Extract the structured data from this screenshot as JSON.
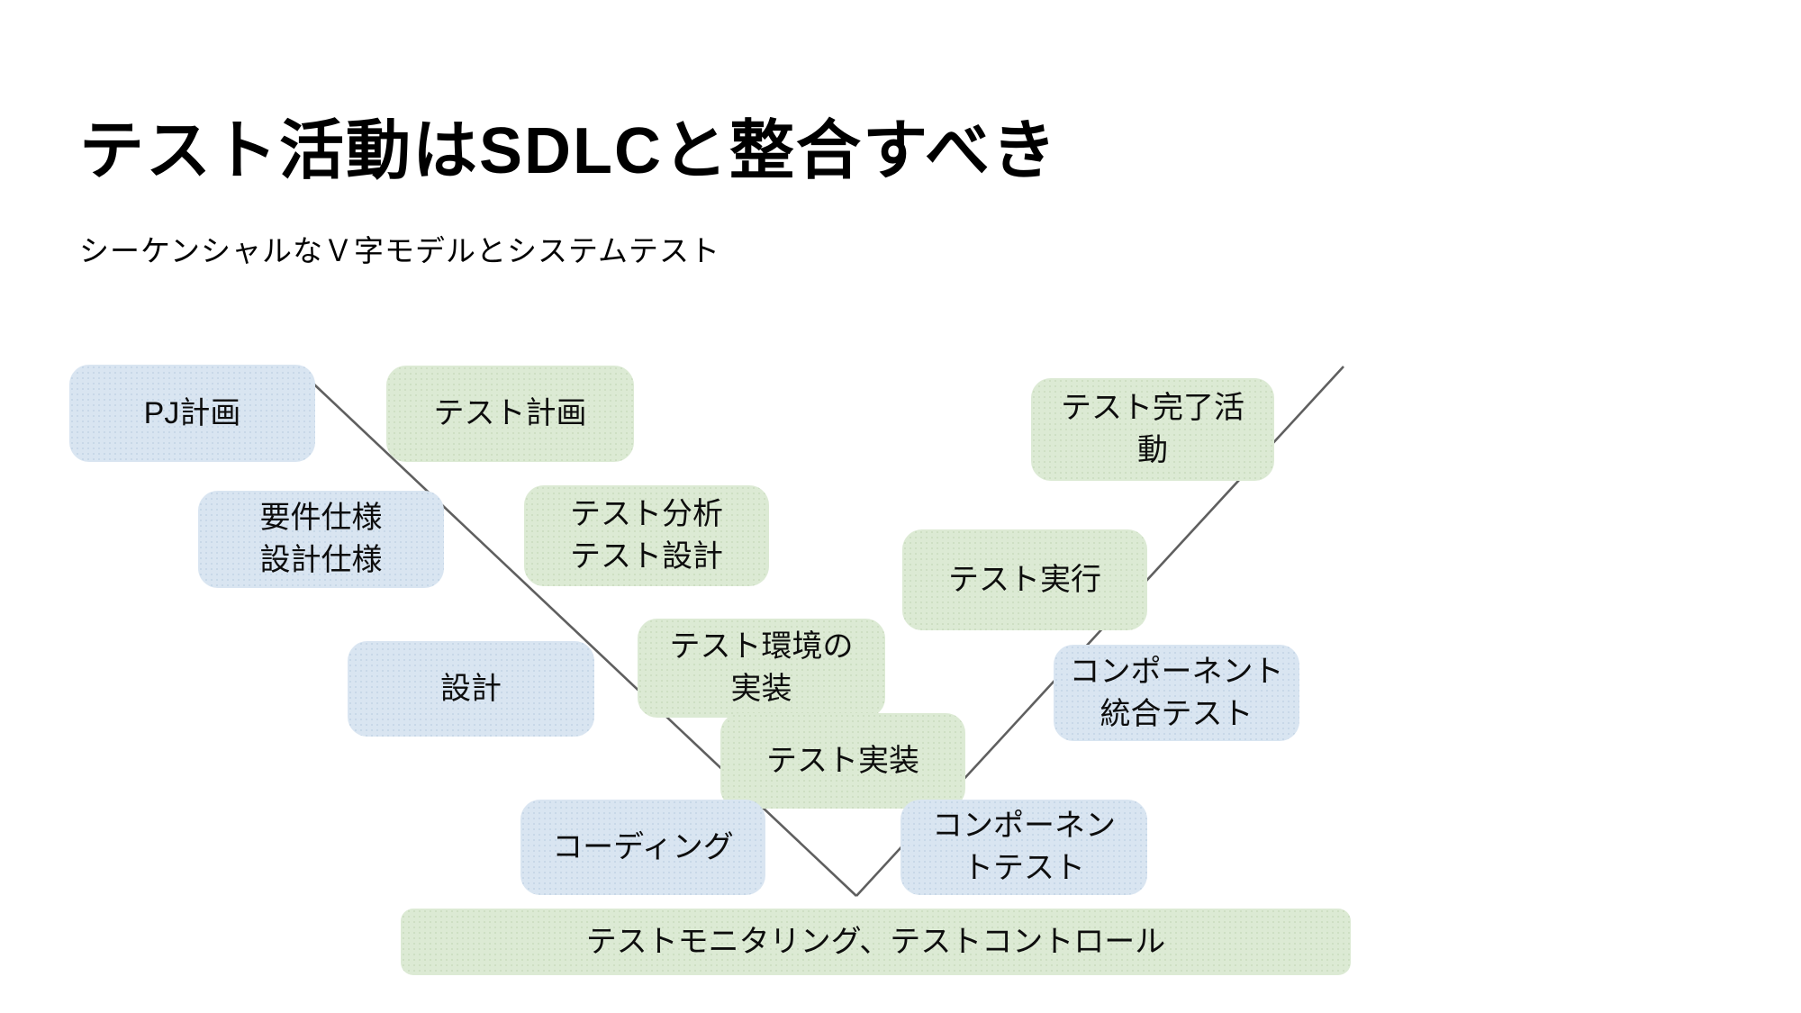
{
  "slide": {
    "title": "テスト活動はSDLCと整合すべき",
    "subtitle": "シーケンシャルなＶ字モデルとシステムテスト"
  },
  "colors": {
    "box_blue": "#d9e5f1",
    "box_green": "#dcead4",
    "v_line": "#5f5f5f",
    "text": "#0d0d0d",
    "background": "#ffffff"
  },
  "diagram": {
    "type": "v-model",
    "boxes": [
      {
        "id": "pj-plan",
        "variant": "blue",
        "label": "PJ計画"
      },
      {
        "id": "test-plan",
        "variant": "green",
        "label": "テスト計画"
      },
      {
        "id": "requirements-design-spec",
        "variant": "blue",
        "label": "要件仕様\n設計仕様"
      },
      {
        "id": "test-analysis-design",
        "variant": "green",
        "label": "テスト分析\nテスト設計"
      },
      {
        "id": "design",
        "variant": "blue",
        "label": "設計"
      },
      {
        "id": "test-env-implementation",
        "variant": "green",
        "label": "テスト環境の\n実装"
      },
      {
        "id": "test-implementation",
        "variant": "green",
        "label": "テスト実装"
      },
      {
        "id": "coding",
        "variant": "blue",
        "label": "コーディング"
      },
      {
        "id": "component-test",
        "variant": "blue",
        "label": "コンポーネン\nトテスト"
      },
      {
        "id": "component-integration-test",
        "variant": "blue",
        "label": "コンポーネント\n統合テスト"
      },
      {
        "id": "test-execution",
        "variant": "green",
        "label": "テスト実行"
      },
      {
        "id": "test-completion",
        "variant": "green",
        "label": "テスト完了活\n動"
      },
      {
        "id": "test-monitoring-control",
        "variant": "green",
        "label": "テストモニタリング、テストコントロール"
      }
    ]
  }
}
